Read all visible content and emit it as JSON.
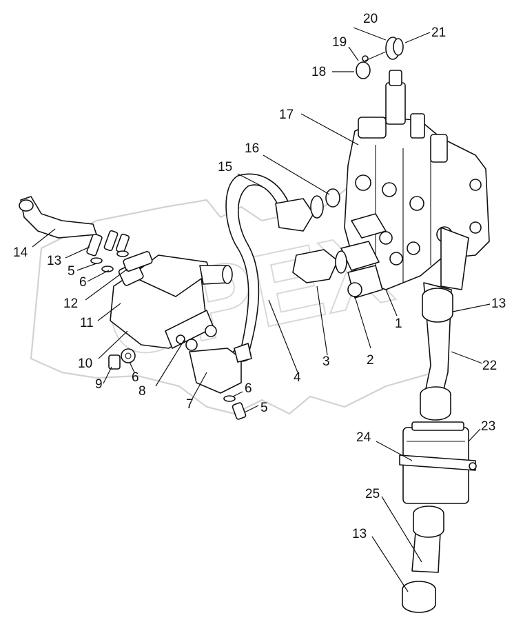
{
  "diagram": {
    "callouts": [
      "1",
      "2",
      "3",
      "4",
      "5",
      "5",
      "6",
      "6",
      "6",
      "7",
      "8",
      "9",
      "10",
      "11",
      "12",
      "13",
      "13",
      "13",
      "14",
      "15",
      "16",
      "17",
      "18",
      "19",
      "20",
      "21",
      "22",
      "23",
      "24",
      "25"
    ]
  },
  "watermark": {
    "text": "OPEX"
  },
  "colors": {
    "ink": "#111111",
    "watermark": "#d2d2d2",
    "background": "#ffffff"
  }
}
